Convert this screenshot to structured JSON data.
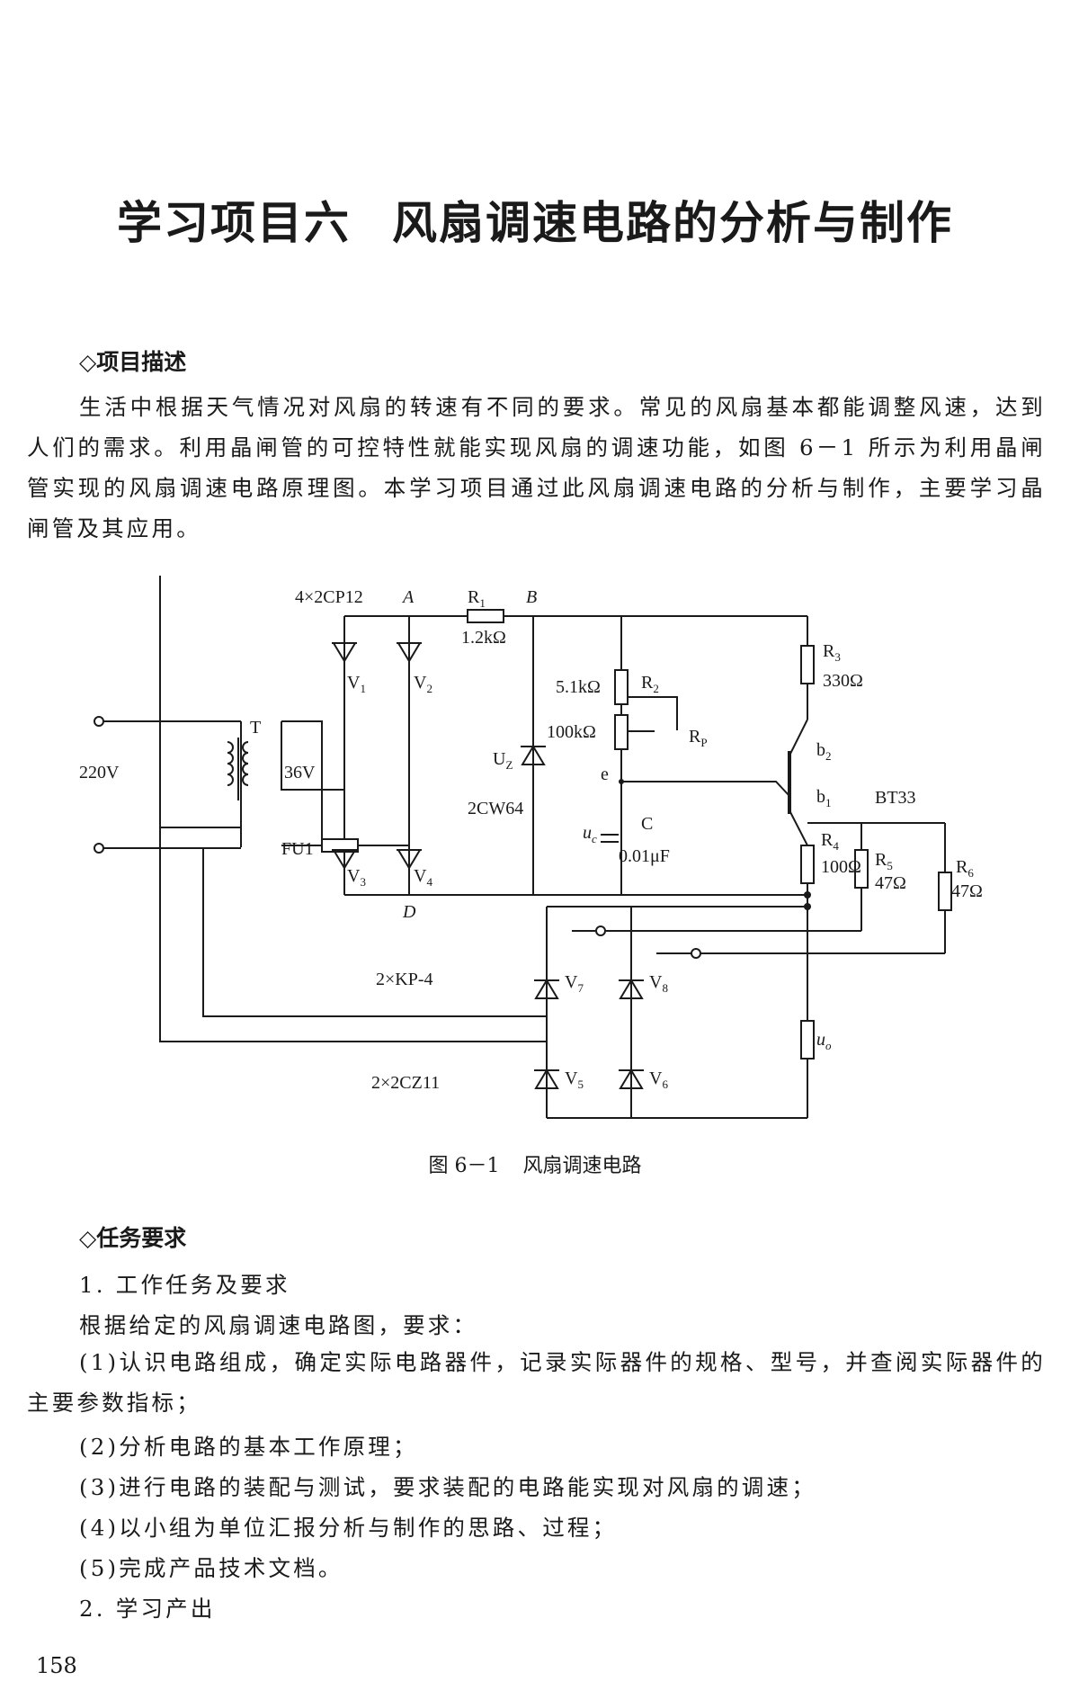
{
  "title": {
    "part1": "学习项目六",
    "part2": "风扇调速电路的分析与制作"
  },
  "section1": {
    "heading": "◇项目描述",
    "paragraph": "生活中根据天气情况对风扇的转速有不同的要求。常见的风扇基本都能调整风速，达到人们的需求。利用晶闸管的可控特性就能实现风扇的调速功能，如图 6－1 所示为利用晶闸管实现的风扇调速电路原理图。本学习项目通过此风扇调速电路的分析与制作，主要学习晶闸管及其应用。"
  },
  "figure": {
    "caption_number": "图 6－1",
    "caption_title": "风扇调速电路",
    "labels": {
      "bridge": "4×2CP12",
      "node_a": "A",
      "node_b": "B",
      "node_d": "D",
      "r1": "R",
      "r1_sub": "1",
      "r1_val": "1.2kΩ",
      "r2": "R",
      "r2_sub": "2",
      "r2_val": "5.1kΩ",
      "r3": "R",
      "r3_sub": "3",
      "r3_val": "330Ω",
      "rp": "R",
      "rp_sub": "P",
      "rp_val": "100kΩ",
      "r4": "R",
      "r4_sub": "4",
      "r4_val": "100Ω",
      "r5": "R",
      "r5_sub": "5",
      "r5_val": "47Ω",
      "r6": "R",
      "r6_sub": "6",
      "r6_val": "47Ω",
      "v1": "V",
      "v1_sub": "1",
      "v2": "V",
      "v2_sub": "2",
      "v3": "V",
      "v3_sub": "3",
      "v4": "V",
      "v4_sub": "4",
      "v5": "V",
      "v5_sub": "5",
      "v6": "V",
      "v6_sub": "6",
      "v7": "V",
      "v7_sub": "7",
      "v8": "V",
      "v8_sub": "8",
      "transformer": "T",
      "secondary_v": "36V",
      "mains": "220V",
      "fuse": "FU1",
      "uz": "U",
      "uz_sub": "Z",
      "zener": "2CW64",
      "emitter": "e",
      "uc": "u",
      "uc_sub": "c",
      "cap": "C",
      "cap_val": "0.01μF",
      "b2": "b",
      "b2_sub": "2",
      "b1": "b",
      "b1_sub": "1",
      "ujt": "BT33",
      "scr": "2×KP-4",
      "rect": "2×2CZ11",
      "load": "u",
      "load_sub": "o"
    }
  },
  "section2": {
    "heading": "◇任务要求",
    "item1": "1. 工作任务及要求",
    "intro": "根据给定的风扇调速电路图，要求：",
    "req1": "(1)认识电路组成，确定实际电路器件，记录实际器件的规格、型号，并查阅实际器件的主要参数指标；",
    "req2": "(2)分析电路的基本工作原理；",
    "req3": "(3)进行电路的装配与测试，要求装配的电路能实现对风扇的调速；",
    "req4": "(4)以小组为单位汇报分析与制作的思路、过程；",
    "req5": "(5)完成产品技术文档。",
    "item2": "2. 学习产出"
  },
  "page_number": "158"
}
